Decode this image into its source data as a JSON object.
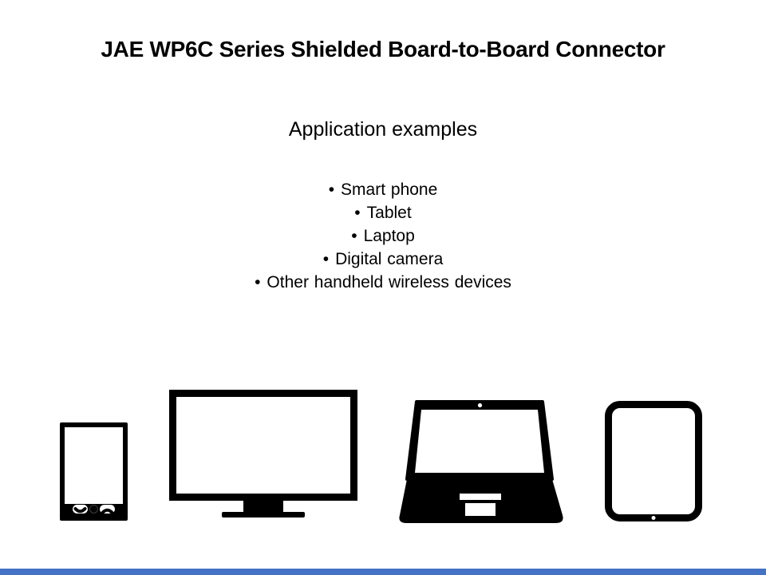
{
  "slide": {
    "title": "JAE WP6C Series Shielded Board-to-Board Connector",
    "subtitle": "Application examples",
    "bullets": {
      "glyph": "•",
      "items": [
        "Smart phone",
        "Tablet",
        "Laptop",
        "Digital camera",
        "Other handheld wireless devices"
      ]
    },
    "device_icons": [
      "smartphone-icon",
      "desktop-monitor-icon",
      "laptop-icon",
      "tablet-icon"
    ],
    "colors": {
      "text": "#000000",
      "background": "#ffffff",
      "icon_silhouette": "#000000",
      "accent_bar": "#4472c4"
    }
  }
}
